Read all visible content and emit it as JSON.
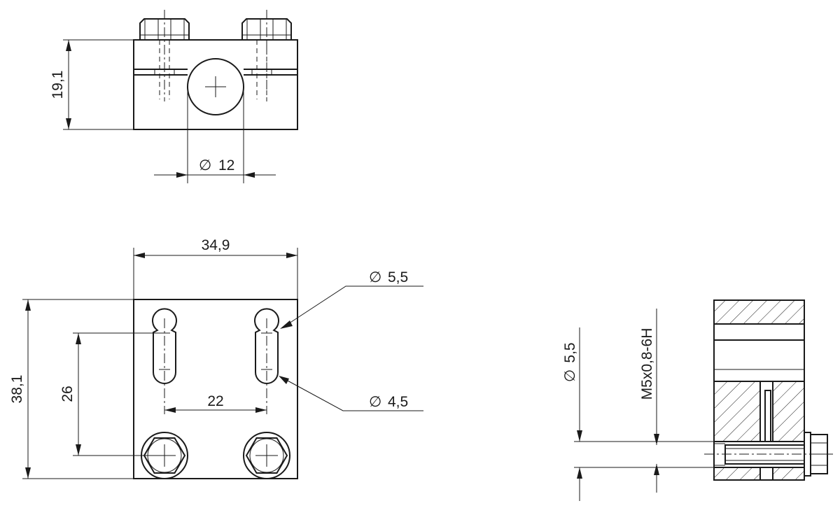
{
  "dimensions": {
    "top_height": "19,1",
    "tube_diameter": "12",
    "block_width": "34,9",
    "block_height": "38,1",
    "slot_pitch": "26",
    "bolt_spacing": "22",
    "slot_wide_diameter": "5,5",
    "slot_narrow_diameter": "4,5",
    "side_hole_diameter": "5,5",
    "thread_spec": "M5x0,8-6H"
  },
  "symbols": {
    "diameter": "∅"
  },
  "colors": {
    "line": "#1a1a1a",
    "background": "#ffffff"
  }
}
